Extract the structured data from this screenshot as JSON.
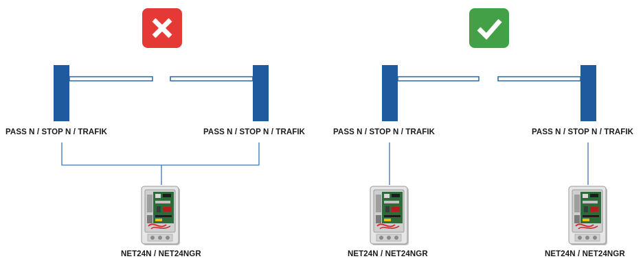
{
  "left_panel": {
    "status_icon": "cross-icon",
    "status_color": "#e53935",
    "barrier_left_label": "PASS N / STOP N / TRAFIK",
    "barrier_right_label": "PASS N / STOP N / TRAFIK",
    "controller_label": "NET24N / NET24NGR"
  },
  "right_panel": {
    "status_icon": "check-icon",
    "status_color": "#43a047",
    "barrier_left_label": "PASS N / STOP N / TRAFIK",
    "barrier_right_label": "PASS N / STOP N / TRAFIK",
    "controller_left_label": "NET24N / NET24NGR",
    "controller_right_label": "NET24N / NET24NGR"
  },
  "colors": {
    "barrier_post": "#1f5a9e",
    "wire": "#3a73b5"
  }
}
